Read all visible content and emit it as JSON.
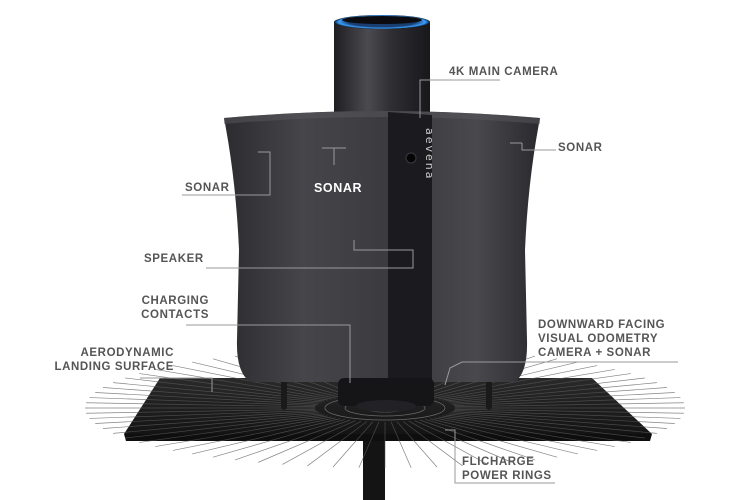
{
  "product": {
    "brand_mark": "aevena"
  },
  "callouts": {
    "main_camera": "4K MAIN CAMERA",
    "sonar_right": "SONAR",
    "sonar_left": "SONAR",
    "sonar_center": "SONAR",
    "speaker": "SPEAKER",
    "charging_contacts": [
      "CHARGING",
      "CONTACTS"
    ],
    "landing_surface": [
      "AERODYNAMIC",
      "LANDING SURFACE"
    ],
    "downward_camera": [
      "DOWNWARD FACING",
      "VISUAL ODOMETRY",
      "CAMERA + SONAR"
    ],
    "power_rings": [
      "FLICHARGE",
      "POWER RINGS"
    ]
  },
  "colors": {
    "label_text": "#555555",
    "leader_line": "#9a9a9a",
    "body_fabric": "#3a3a3e",
    "pad": "#1c1c1c",
    "accent_ring": "#2a8fd8"
  }
}
